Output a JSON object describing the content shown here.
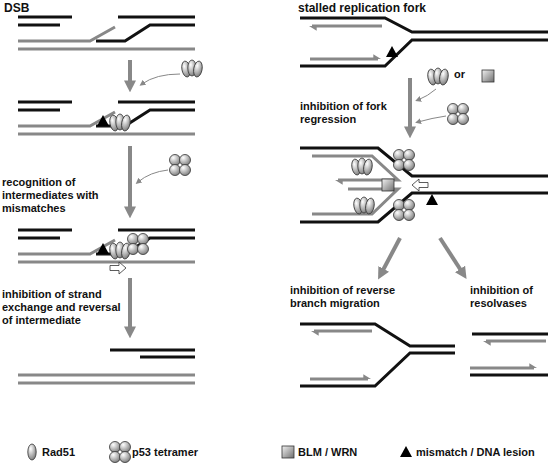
{
  "diagram": {
    "labels": [
      "DSB",
      "stalled replication fork",
      "recognition of intermediates with mismatches",
      "inhibition of strand exchange and reversal of intermediate",
      "or",
      "inhibition of fork regression",
      "inhibition of reverse branch migration",
      "inhibition of resolvases"
    ],
    "legend": [
      {
        "text": "Rad51"
      },
      {
        "text": "p53 tetramer"
      },
      {
        "text": "BLM / WRN"
      },
      {
        "text": "mismatch / DNA lesion"
      }
    ]
  }
}
